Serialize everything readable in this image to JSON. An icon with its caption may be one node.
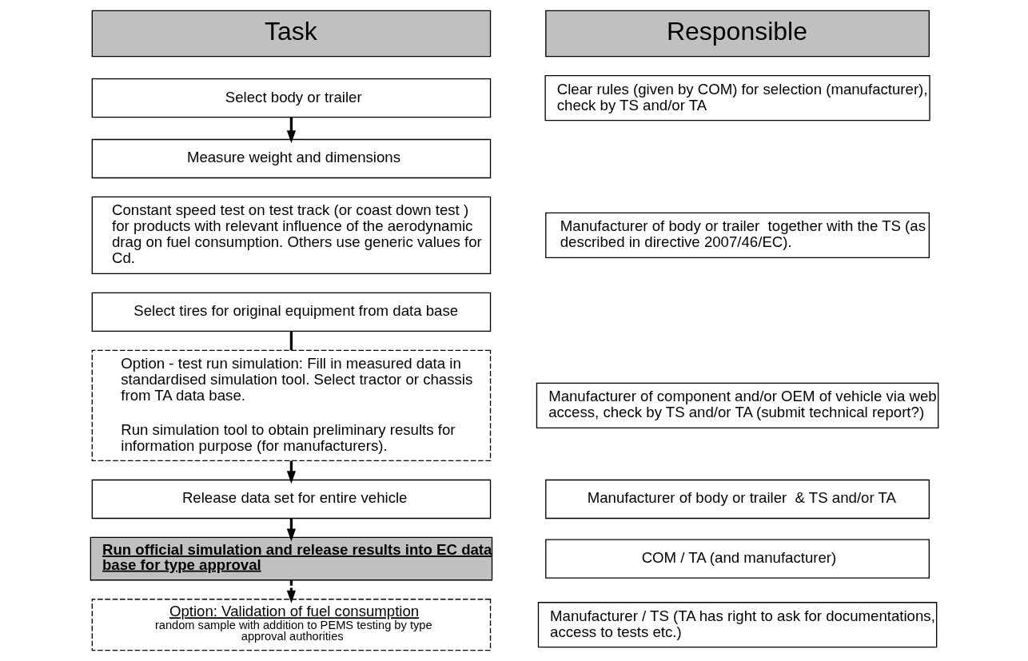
{
  "diagram": {
    "nodes": [
      {
        "text": [
          "Task"
        ]
      },
      {
        "text": [
          "Responsible"
        ]
      },
      {
        "text": [
          "Select body or trailer"
        ]
      },
      {
        "text": [
          "Clear rules (given by COM) for selection (manufacturer), check by TS and/or TA"
        ]
      },
      {
        "text": [
          "Measure weight and dimensions"
        ]
      },
      {
        "text": [
          "Constant speed test on test track (or coast down test ) for products with relevant influence of the aerodynamic drag on fuel consumption. Others use generic values for Cd."
        ]
      },
      {
        "text": [
          "Manufacturer of body or trailer  together with the TS (as described in directive 2007/46/EC)."
        ]
      },
      {
        "text": [
          "Select tires for original equipment from data base"
        ]
      },
      {
        "text": [
          "Option - test run simulation: Fill in measured data in standardised simulation tool. Select tractor or chassis from TA data base.",
          "Run simulation tool to obtain preliminary results for information purpose (for manufacturers)."
        ]
      },
      {
        "text": [
          "Manufacturer of component and/or OEM of vehicle via web access, check by TS and/or TA (submit technical report?)"
        ]
      },
      {
        "text": [
          "Release data set for entire vehicle"
        ]
      },
      {
        "text": [
          "Manufacturer of body or trailer  & TS and/or TA"
        ]
      },
      {
        "text": [
          "Run official simulation and release results into EC data base for type approval"
        ]
      },
      {
        "text": [
          "COM / TA (and manufacturer)"
        ]
      },
      {
        "text": [
          "Option: Validation of fuel consumption",
          "random sample with addition to PEMS testing by type approval authorities"
        ]
      },
      {
        "text": [
          "Manufacturer / TS (TA has right to ask for documentations, access to tests etc.)"
        ]
      }
    ],
    "edges": [
      {
        "from": 2,
        "to": 4,
        "arrow": "to"
      },
      {
        "from": 7,
        "to": 8,
        "arrow": "none"
      },
      {
        "from": 8,
        "to": 10,
        "arrow": "to"
      },
      {
        "from": 10,
        "to": 12,
        "arrow": "to"
      },
      {
        "from": 12,
        "to": 14,
        "arrow": "to",
        "style": "dashed"
      }
    ]
  }
}
